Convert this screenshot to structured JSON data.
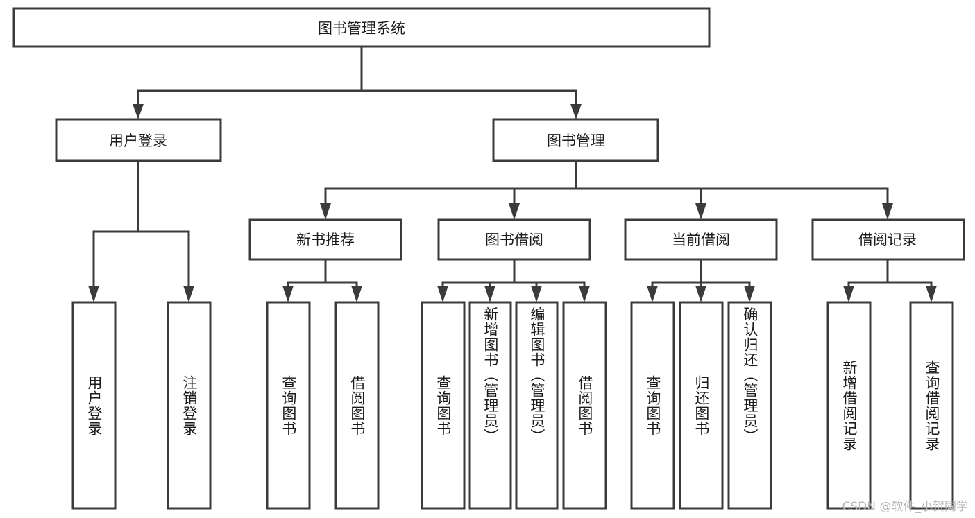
{
  "diagram": {
    "type": "tree-hierarchy",
    "title": "图书管理系统",
    "watermark": "CSDN @软件_小贺同学",
    "colors": {
      "box_stroke": "#3b3b3b",
      "box_fill": "#ffffff",
      "text": "#1b1b1b",
      "background": "#ffffff",
      "watermark": "#b8b8b8"
    },
    "root": {
      "label": "图书管理系统",
      "level": 0
    },
    "level1": [
      {
        "label": "用户登录"
      },
      {
        "label": "图书管理"
      }
    ],
    "level2": [
      {
        "label": "新书推荐",
        "parent": "图书管理"
      },
      {
        "label": "图书借阅",
        "parent": "图书管理"
      },
      {
        "label": "当前借阅",
        "parent": "图书管理"
      },
      {
        "label": "借阅记录",
        "parent": "图书管理"
      }
    ],
    "leaves": [
      {
        "label": "用户登录",
        "parent": "用户登录"
      },
      {
        "label": "注销登录",
        "parent": "用户登录"
      },
      {
        "label": "查询图书",
        "parent": "新书推荐"
      },
      {
        "label": "借阅图书",
        "parent": "新书推荐"
      },
      {
        "label": "查询图书",
        "parent": "图书借阅"
      },
      {
        "label": "新增图书（管理员）",
        "parent": "图书借阅"
      },
      {
        "label": "编辑图书（管理员）",
        "parent": "图书借阅"
      },
      {
        "label": "借阅图书",
        "parent": "图书借阅"
      },
      {
        "label": "查询图书",
        "parent": "当前借阅"
      },
      {
        "label": "归还图书",
        "parent": "当前借阅"
      },
      {
        "label": "确认归还（管理员）",
        "parent": "当前借阅"
      },
      {
        "label": "新增借阅记录",
        "parent": "借阅记录"
      },
      {
        "label": "查询借阅记录",
        "parent": "借阅记录"
      }
    ]
  }
}
